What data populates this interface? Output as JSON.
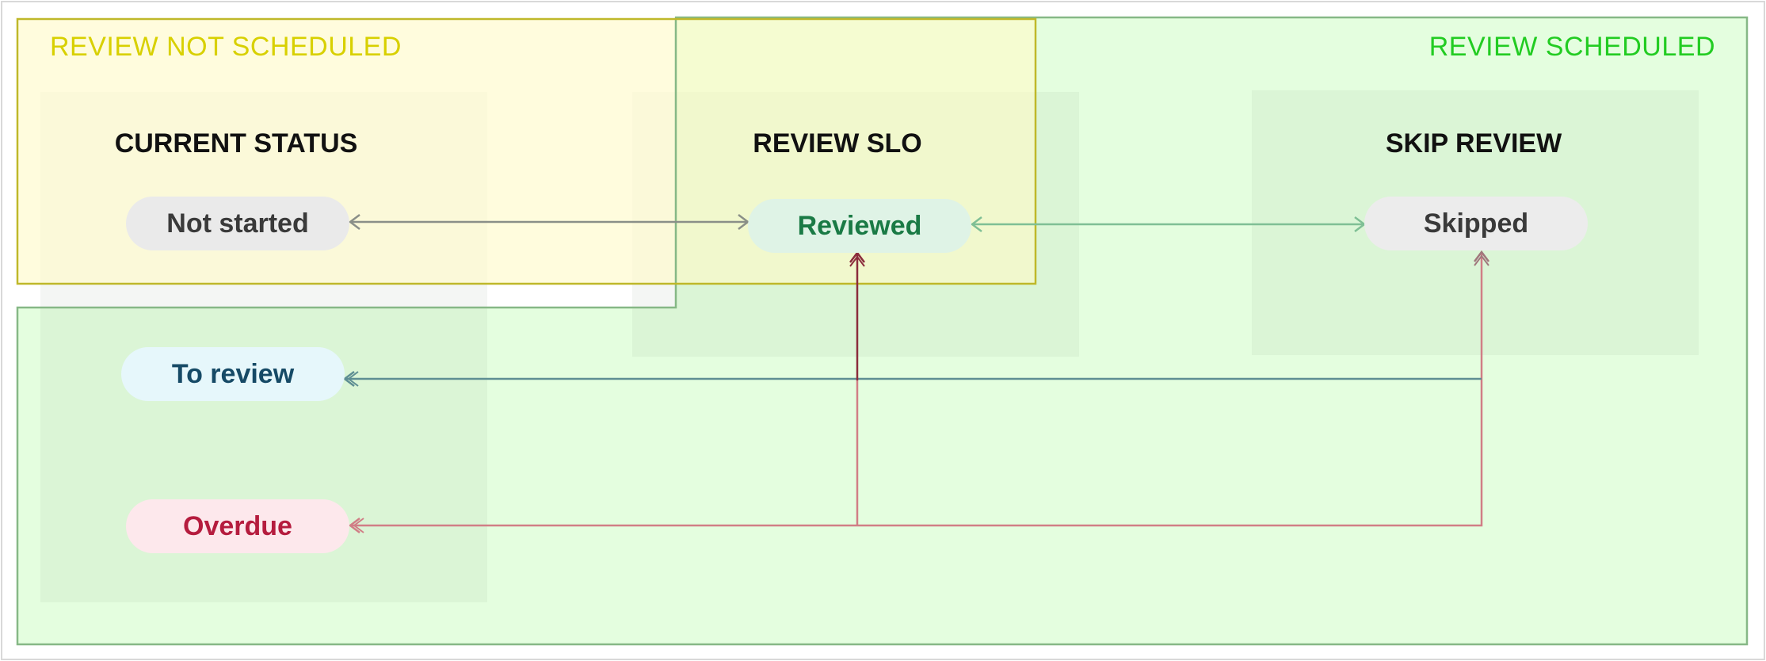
{
  "regions": {
    "not_scheduled": {
      "title": "REVIEW NOT SCHEDULED",
      "color": "#d8d000",
      "border": "#bfb82a"
    },
    "scheduled": {
      "title": "REVIEW SCHEDULED",
      "color": "#22cc22",
      "border": "#86b886"
    }
  },
  "columns": {
    "current_status": "CURRENT STATUS",
    "review_slo": "REVIEW SLO",
    "skip_review": "SKIP REVIEW"
  },
  "statuses": {
    "not_started": "Not started",
    "reviewed": "Reviewed",
    "skipped": "Skipped",
    "to_review": "To review",
    "overdue": "Overdue"
  },
  "connector_colors": {
    "neutral": "#8a8f88",
    "green": "#7fbf95",
    "blue": "#5e8e93",
    "red": "#d17e86",
    "dark_red": "#8b2c3c"
  }
}
